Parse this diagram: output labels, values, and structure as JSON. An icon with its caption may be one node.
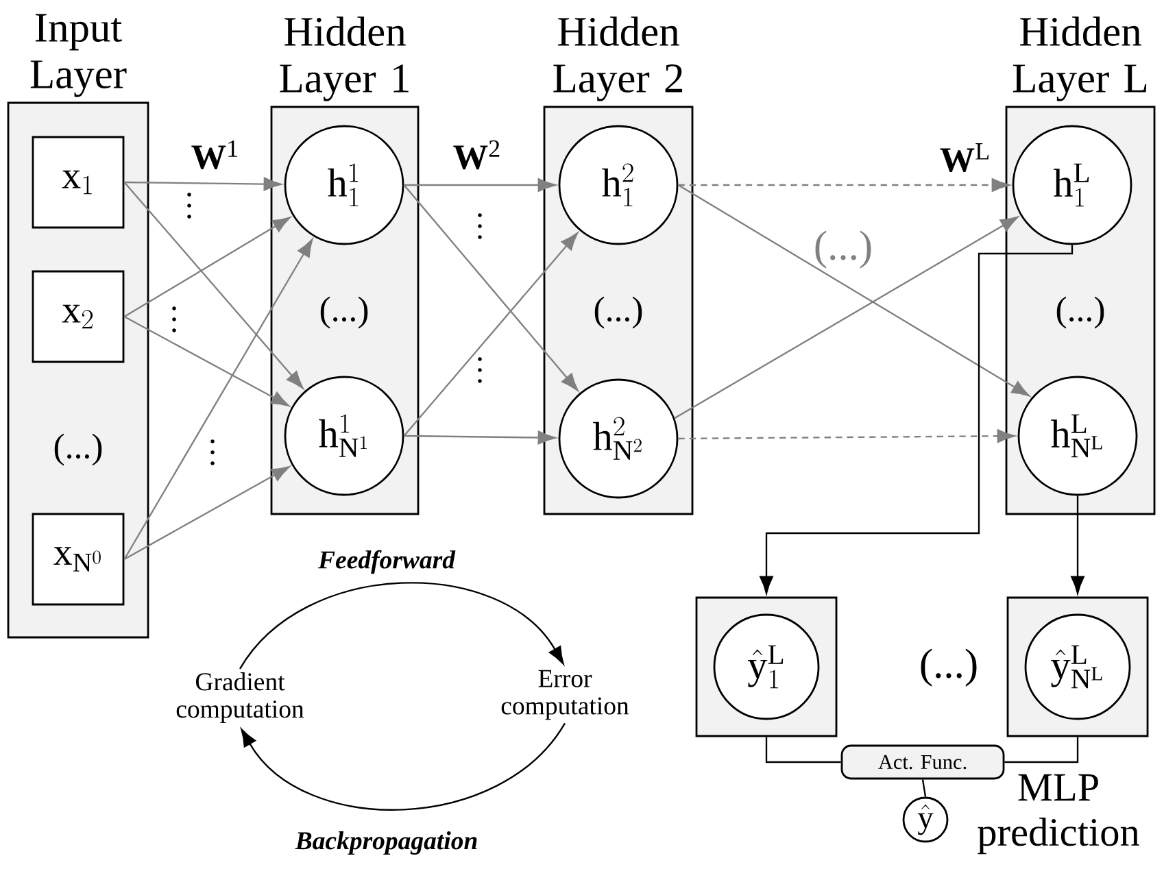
{
  "diagram": {
    "nodes": [
      {
        "text": [
          "Input Layer",
          "(...)"
        ]
      },
      {
        "text": [
          "\\mathrm{x}_{1}"
        ],
        "in": 0
      },
      {
        "text": [
          "\\mathrm{x}_{2}"
        ],
        "in": 0
      },
      {
        "text": [
          "\\mathrm{x}_{\\mathrm{N}^{0}}"
        ],
        "in": 0
      },
      {
        "text": [
          "Hidden Layer 1",
          "(...)"
        ]
      },
      {
        "text": [
          "\\mathrm{h}^{1}_{1}"
        ],
        "in": 4
      },
      {
        "text": [
          "\\mathrm{h}^{1}_{\\mathrm{N}^{1}}"
        ],
        "in": 4
      },
      {
        "text": [
          "Hidden Layer 2",
          "(...)"
        ]
      },
      {
        "text": [
          "\\mathrm{h}^{2}_{1}"
        ],
        "in": 7
      },
      {
        "text": [
          "\\mathrm{h}^{2}_{\\mathrm{N}^{2}}"
        ],
        "in": 7
      },
      {
        "text": [
          "Hidden Layer L",
          "(...)"
        ]
      },
      {
        "text": [
          "\\mathrm{h}^{\\mathrm{L}}_{1}"
        ],
        "in": 10
      },
      {
        "text": [
          "\\mathrm{h}^{\\mathrm{L}}_{\\mathrm{N}^{\\mathrm{L}}}"
        ],
        "in": 10
      },
      {
        "text": [],
        "shape": "box"
      },
      {
        "text": [
          "\\hat{\\mathrm{y}}^{\\mathrm{L}}_{1}"
        ],
        "in": 13
      },
      {
        "text": [],
        "shape": "box"
      },
      {
        "text": [
          "\\hat{\\mathrm{y}}^{\\mathrm{L}}_{\\mathrm{N}^{\\mathrm{L}}}"
        ],
        "in": 15
      },
      {
        "text": [
          "Act. Func."
        ]
      },
      {
        "text": [
          "\\hat{\\mathrm{y}}"
        ]
      },
      {
        "text": [
          "Gradient computation"
        ]
      },
      {
        "text": [
          "Error computation"
        ]
      }
    ],
    "edges": [
      {
        "from": 1,
        "to": 5,
        "arrow": "to"
      },
      {
        "from": 1,
        "to": 6,
        "arrow": "to"
      },
      {
        "from": 2,
        "to": 5,
        "arrow": "to"
      },
      {
        "from": 2,
        "to": 6,
        "arrow": "to"
      },
      {
        "from": 3,
        "to": 5,
        "arrow": "to"
      },
      {
        "from": 3,
        "to": 6,
        "arrow": "to"
      },
      {
        "from": 5,
        "to": 8,
        "arrow": "to"
      },
      {
        "from": 5,
        "to": 9,
        "arrow": "to"
      },
      {
        "from": 6,
        "to": 8,
        "arrow": "to"
      },
      {
        "from": 6,
        "to": 9,
        "arrow": "to"
      },
      {
        "from": 8,
        "to": 11,
        "arrow": "to",
        "style": "dashed"
      },
      {
        "from": 8,
        "to": 12,
        "arrow": "to"
      },
      {
        "from": 9,
        "to": 11,
        "arrow": "to"
      },
      {
        "from": 9,
        "to": 12,
        "arrow": "to",
        "style": "dashed"
      },
      {
        "from": 11,
        "to": 13,
        "arrow": "to",
        "color": "#000000"
      },
      {
        "from": 12,
        "to": 15,
        "arrow": "to",
        "color": "#000000"
      },
      {
        "from": 13,
        "to": 17,
        "arrow": "none",
        "color": "#000000"
      },
      {
        "from": 15,
        "to": 17,
        "arrow": "none",
        "color": "#000000"
      },
      {
        "from": 17,
        "to": 18,
        "arrow": "none",
        "color": "#000000"
      },
      {
        "from": 19,
        "to": 20,
        "arrow": "to",
        "color": "#000000",
        "label": "Feedforward"
      },
      {
        "from": 20,
        "to": 19,
        "arrow": "to",
        "color": "#000000",
        "label": "Backpropagation"
      }
    ],
    "labels": [
      "**W**$^{1}$",
      "**W**$^{2}$",
      "**W**$^{L}$",
      "(...)",
      "(...)",
      "MLP prediction"
    ]
  }
}
